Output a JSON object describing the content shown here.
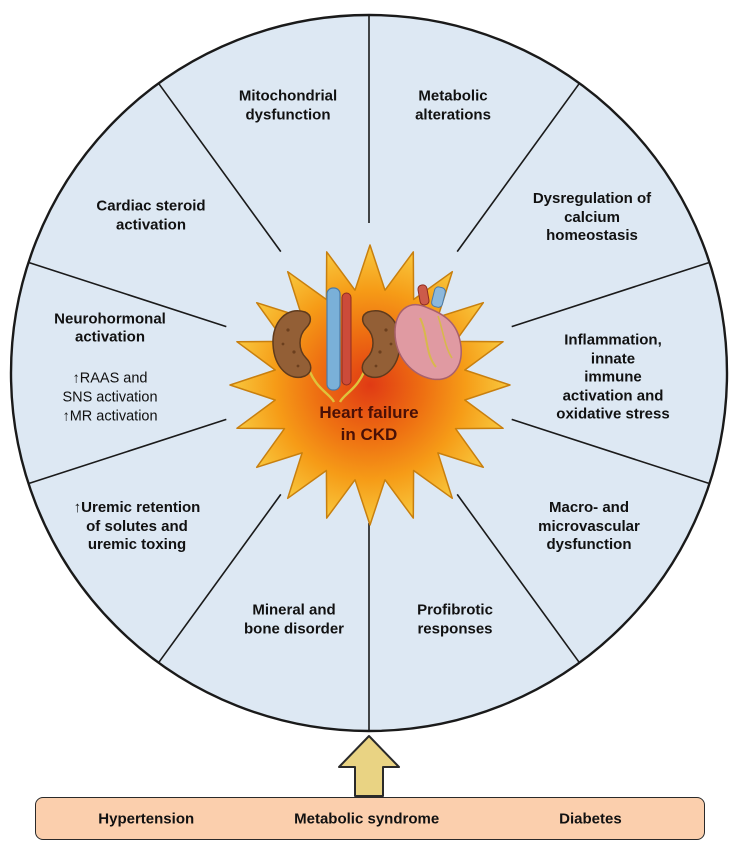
{
  "center": {
    "label": "Heart failure\nin CKD"
  },
  "segments": [
    {
      "id": "mitochondrial-dysfunction",
      "label": "Mitochondrial\ndysfunction"
    },
    {
      "id": "metabolic-alterations",
      "label": "Metabolic\nalterations"
    },
    {
      "id": "dysregulation-calcium-homeostasis",
      "label": "Dysregulation of\ncalcium homeostasis"
    },
    {
      "id": "inflammation-immune-oxidative",
      "label": "Inflammation, innate\nimmune activation and\noxidative stress"
    },
    {
      "id": "macro-microvascular-dysfunction",
      "label": "Macro- and\nmicrovascular\ndysfunction"
    },
    {
      "id": "profibrotic-responses",
      "label": "Profibrotic\nresponses"
    },
    {
      "id": "mineral-bone-disorder",
      "label": "Mineral and\nbone disorder"
    },
    {
      "id": "uremic-retention",
      "label": "↑Uremic retention\nof solutes and\nuremic toxing"
    },
    {
      "id": "neurohormonal-activation",
      "title": "Neurohormonal\nactivation",
      "sub": "↑RAAS and\nSNS activation\n↑MR activation"
    },
    {
      "id": "cardiac-steroid-activation",
      "label": "Cardiac steroid\nactivation"
    }
  ],
  "bottom_bar": {
    "items": [
      "Hypertension",
      "Metabolic syndrome",
      "Diabetes"
    ]
  },
  "colors": {
    "circle_fill": "#dde8f3",
    "circle_stroke": "#1a1a1a",
    "burst_inner": "#e03a14",
    "burst_mid": "#ee6f12",
    "burst_outer2": "#f69c17",
    "burst_outer": "#f8c93f",
    "burst_stroke": "#c87f0e",
    "arrow_fill": "#e9d383",
    "bar_fill": "#fbcfad"
  }
}
